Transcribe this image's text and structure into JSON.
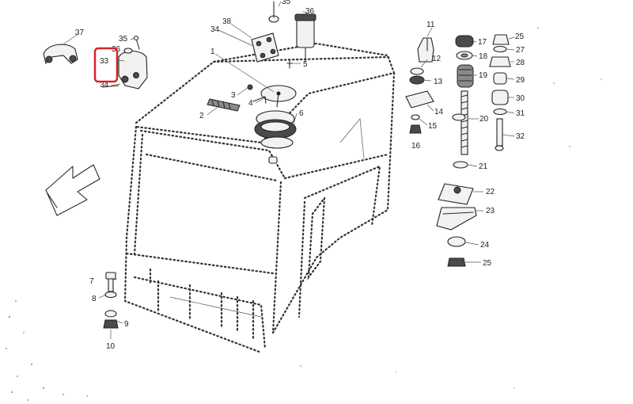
{
  "diagram": {
    "callouts": [
      {
        "id": "c1",
        "text": "1"
      },
      {
        "id": "c2",
        "text": "2"
      },
      {
        "id": "c3",
        "text": "3"
      },
      {
        "id": "c4",
        "text": "4"
      },
      {
        "id": "c5",
        "text": "5"
      },
      {
        "id": "c6",
        "text": "6"
      },
      {
        "id": "c7",
        "text": "7"
      },
      {
        "id": "c8",
        "text": "8"
      },
      {
        "id": "c9",
        "text": "9"
      },
      {
        "id": "c10",
        "text": "10"
      },
      {
        "id": "c11",
        "text": "11"
      },
      {
        "id": "c12",
        "text": "12"
      },
      {
        "id": "c13",
        "text": "13"
      },
      {
        "id": "c14",
        "text": "14"
      },
      {
        "id": "c15",
        "text": "15"
      },
      {
        "id": "c16",
        "text": "16"
      },
      {
        "id": "c17",
        "text": "17"
      },
      {
        "id": "c18",
        "text": "18"
      },
      {
        "id": "c19",
        "text": "19"
      },
      {
        "id": "c20",
        "text": "20"
      },
      {
        "id": "c21",
        "text": "21"
      },
      {
        "id": "c22",
        "text": "22"
      },
      {
        "id": "c23",
        "text": "23"
      },
      {
        "id": "c24",
        "text": "24"
      },
      {
        "id": "c25a",
        "text": "25"
      },
      {
        "id": "c25b",
        "text": "25"
      },
      {
        "id": "c27",
        "text": "27"
      },
      {
        "id": "c28",
        "text": "28"
      },
      {
        "id": "c29",
        "text": "29"
      },
      {
        "id": "c30",
        "text": "30"
      },
      {
        "id": "c31",
        "text": "31"
      },
      {
        "id": "c32",
        "text": "32"
      },
      {
        "id": "c33",
        "text": "33"
      },
      {
        "id": "c34a",
        "text": "34"
      },
      {
        "id": "c34b",
        "text": "34"
      },
      {
        "id": "c35a",
        "text": "35"
      },
      {
        "id": "c35b",
        "text": "35"
      },
      {
        "id": "c36a",
        "text": "36"
      },
      {
        "id": "c36b",
        "text": "36"
      },
      {
        "id": "c37",
        "text": "37"
      },
      {
        "id": "c38",
        "text": "38"
      }
    ],
    "highlighted_callout": "33",
    "highlight_color": "#d8232a",
    "line_color": "#2a2a2a"
  }
}
